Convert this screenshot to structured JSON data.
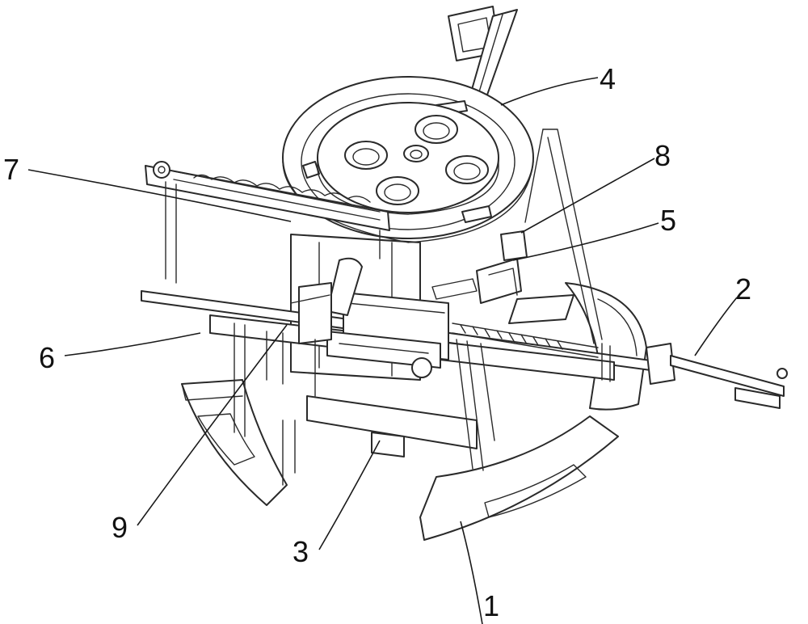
{
  "labels": [
    {
      "id": "1",
      "text": "1"
    },
    {
      "id": "2",
      "text": "2"
    },
    {
      "id": "3",
      "text": "3"
    },
    {
      "id": "4",
      "text": "4"
    },
    {
      "id": "5",
      "text": "5"
    },
    {
      "id": "6",
      "text": "6"
    },
    {
      "id": "7",
      "text": "7"
    },
    {
      "id": "8",
      "text": "8"
    },
    {
      "id": "9",
      "text": "9"
    }
  ],
  "colors": {
    "line": "#2a2a2a",
    "background": "#ffffff"
  }
}
